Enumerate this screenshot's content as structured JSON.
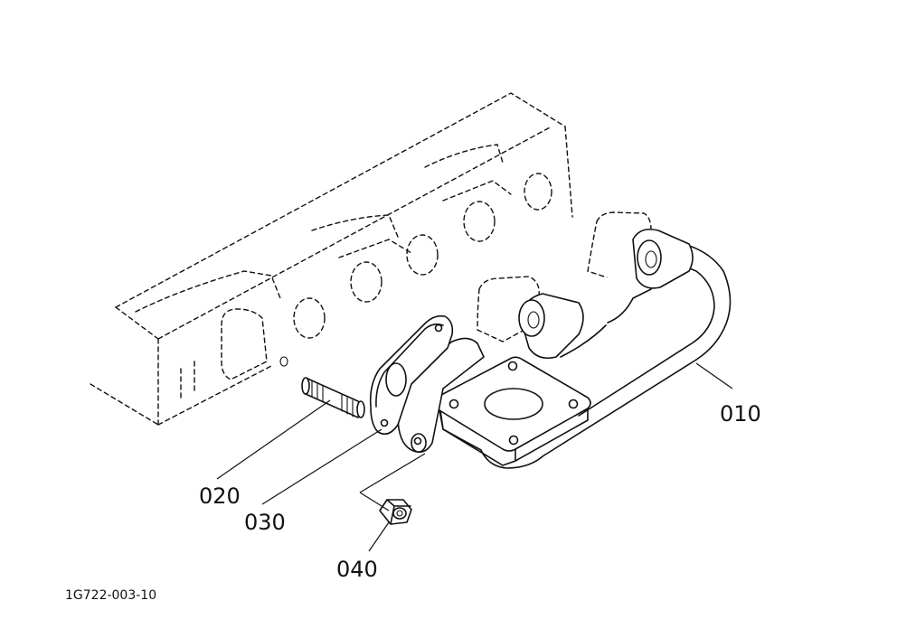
{
  "parts": [
    {
      "id": "010"
    },
    {
      "id": "020"
    },
    {
      "id": "030"
    },
    {
      "id": "040"
    }
  ],
  "figure_ref": "1G722-003-10"
}
